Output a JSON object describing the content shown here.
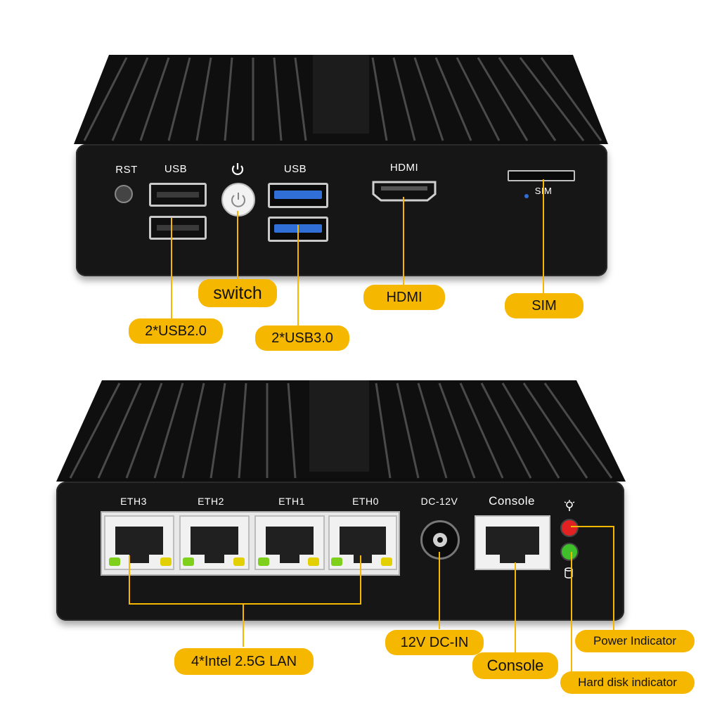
{
  "top_device": {
    "labels": {
      "rst": "RST",
      "usb_left": "USB",
      "usb_right": "USB",
      "hdmi": "HDMI",
      "sim": "SIM"
    }
  },
  "bottom_device": {
    "labels": {
      "eth3": "ETH3",
      "eth2": "ETH2",
      "eth1": "ETH1",
      "eth0": "ETH0",
      "dc": "DC-12V",
      "console": "Console"
    }
  },
  "callouts": {
    "switch": "switch",
    "usb2": "2*USB2.0",
    "usb3": "2*USB3.0",
    "hdmi": "HDMI",
    "sim": "SIM",
    "lan": "4*Intel 2.5G LAN",
    "dc_in": "12V DC-IN",
    "console": "Console",
    "power_indicator": "Power Indicator",
    "hdd_indicator": "Hard disk indicator"
  },
  "colors": {
    "callout": "#f6b700",
    "chassis": "#161616",
    "usb3_tongue": "#2f6fd6",
    "power_led": "#e22222",
    "hdd_led": "#3fbf2a"
  }
}
